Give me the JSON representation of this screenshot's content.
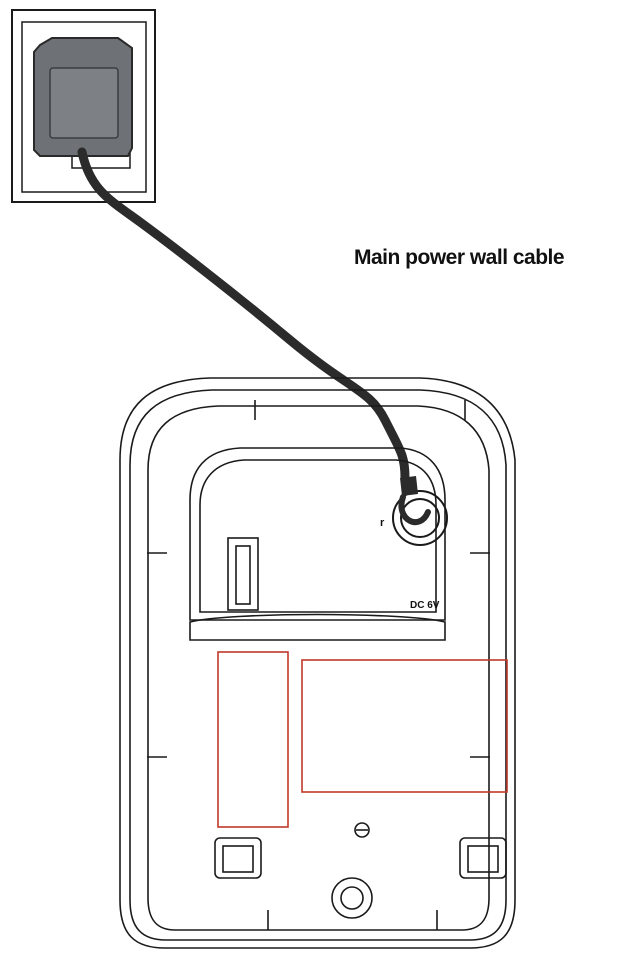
{
  "diagram": {
    "caption": "Main power wall cable",
    "port_label": "DC 6V",
    "port_marker": "r"
  },
  "colors": {
    "outline": "#1a1a1a",
    "adapter_body": "#6e7276",
    "adapter_face": "#7d8185",
    "cable": "#2b2b2b",
    "label_box": "#c0392b"
  }
}
